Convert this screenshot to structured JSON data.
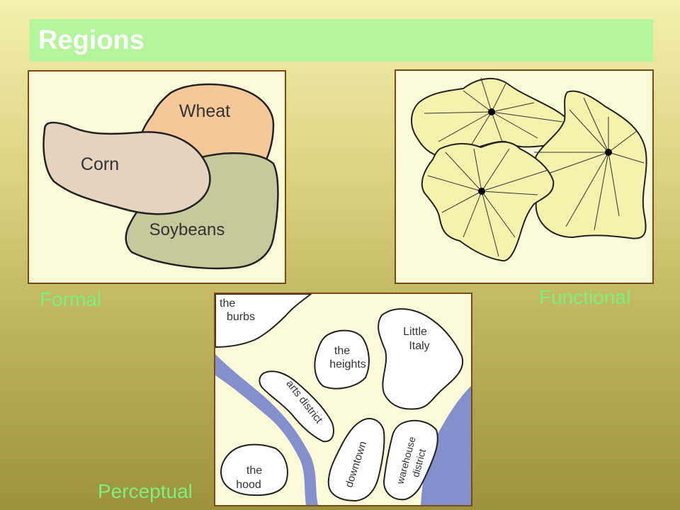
{
  "title": "Regions",
  "colors": {
    "title_bar": "#b3f59a",
    "caption": "#7cf07a",
    "panel_bg": "#fcfad9",
    "panel_border": "#7a4a14",
    "wheat": "#f5c89a",
    "corn": "#e5d3c0",
    "soybeans": "#c6c99c",
    "functional_region": "#f4f2ac",
    "river": "#8490cc"
  },
  "formal": {
    "caption": "Formal",
    "regions": [
      "Wheat",
      "Corn",
      "Soybeans"
    ]
  },
  "functional": {
    "caption": "Functional"
  },
  "perceptual": {
    "caption": "Perceptual",
    "neighborhoods": {
      "burbs_1": "the",
      "burbs_2": "burbs",
      "heights_1": "the",
      "heights_2": "heights",
      "little_italy_1": "Little",
      "little_italy_2": "Italy",
      "arts": "arts district",
      "downtown": "downtown",
      "warehouse_1": "warehouse",
      "warehouse_2": "district",
      "hood_1": "the",
      "hood_2": "hood"
    }
  }
}
